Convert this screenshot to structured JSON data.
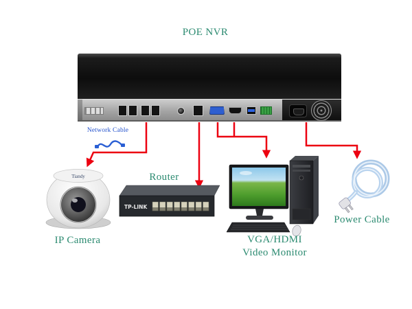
{
  "labels": {
    "nvr": "POE NVR",
    "network_cable": "Network Cable",
    "router": "Router",
    "ip_camera": "IP Camera",
    "monitor_line1": "VGA/HDMI",
    "monitor_line2": "Video Monitor",
    "power_cable": "Power Cable"
  },
  "devices": {
    "camera": {
      "brand": "Tiandy"
    },
    "router": {
      "brand": "TP-LINK"
    }
  },
  "colors": {
    "label_teal": "#2b8a70",
    "network_blue": "#2150cc",
    "arrow_red": "#ec0010",
    "cable_blue": "#b9d3ee"
  }
}
